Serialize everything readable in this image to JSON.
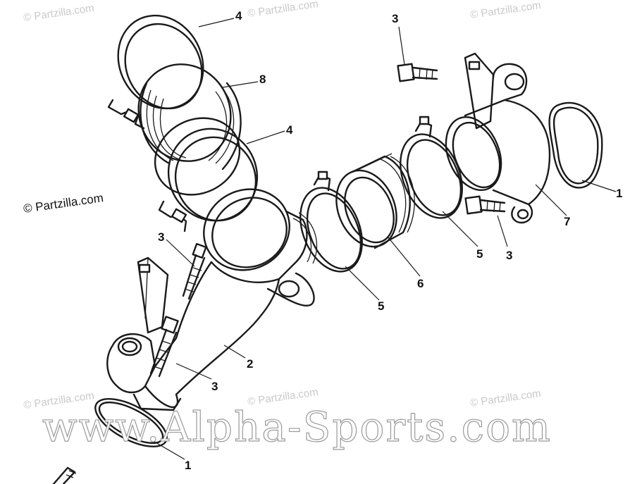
{
  "copyright_text": "© Partzilla.com",
  "watermark_text": "© Partzilla.com",
  "site_watermark": "www.Alpha-Sports.com",
  "callouts": {
    "c4_top": "4",
    "c8": "8",
    "c4_mid": "4",
    "c3_top": "3",
    "c1_right": "1",
    "c7": "7",
    "c3_right": "3",
    "c5_right": "5",
    "c6": "6",
    "c5_mid": "5",
    "c3_left": "3",
    "c2": "2",
    "c3_bottom": "3",
    "c1_bottom": "1"
  },
  "colors": {
    "line": "#1a1a1a",
    "watermark": "#c9c9c9",
    "background": "#ffffff"
  }
}
